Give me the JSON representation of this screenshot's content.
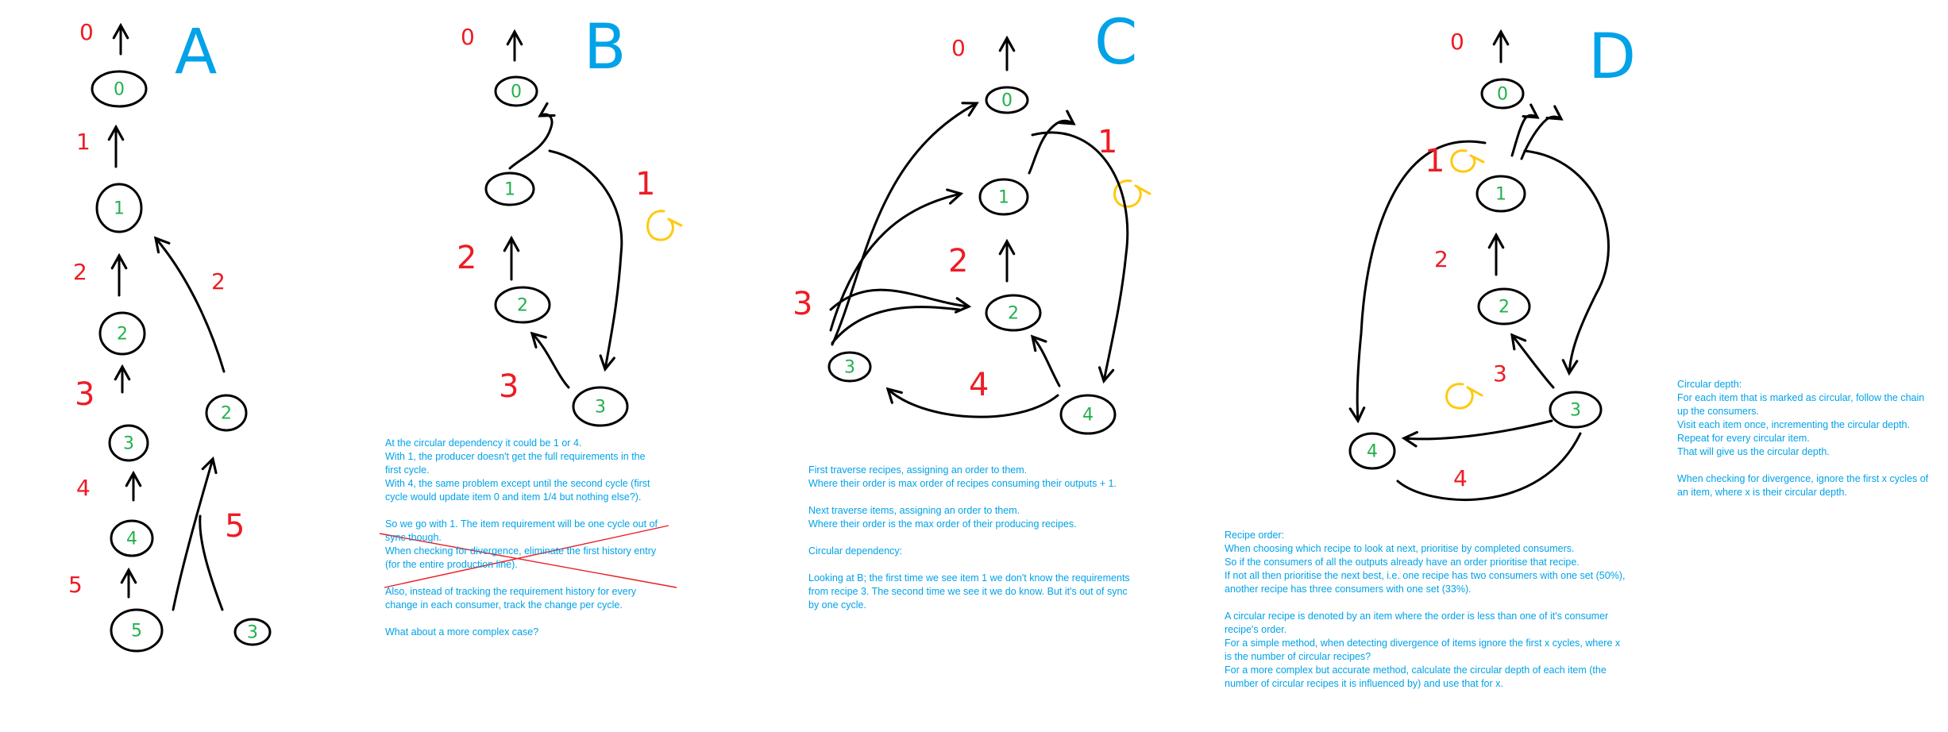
{
  "panels": {
    "A": {
      "letter": "A",
      "nodes": [
        "0",
        "1",
        "2",
        "3",
        "4",
        "5",
        "2",
        "3"
      ],
      "orders": [
        "0",
        "1",
        "2",
        "3",
        "4",
        "5",
        "2",
        "5"
      ]
    },
    "B": {
      "letter": "B",
      "nodes": [
        "0",
        "1",
        "2",
        "3"
      ],
      "orders": [
        "0",
        "1",
        "2",
        "3"
      ]
    },
    "C": {
      "letter": "C",
      "nodes": [
        "0",
        "1",
        "2",
        "3",
        "4"
      ],
      "orders": [
        "0",
        "1",
        "2",
        "3",
        "4"
      ]
    },
    "D": {
      "letter": "D",
      "nodes": [
        "0",
        "1",
        "2",
        "3",
        "4"
      ],
      "orders": [
        "0",
        "1",
        "2",
        "3",
        "4"
      ]
    }
  },
  "notes": {
    "b": [
      "At the circular dependency it could be 1 or 4.",
      "With 1, the producer doesn't get the full requirements in the",
      "first cycle.",
      "With 4, the same problem except until the second cycle (first",
      "cycle would update item 0 and item 1/4 but nothing else?).",
      "",
      "So we go with 1. The item requirement will be one cycle out of",
      "sync though.",
      "When checking for divergence, eliminate the first history entry",
      "(for the entire production line).",
      "",
      "Also, instead of tracking the requirement history for every",
      "change in each consumer, track the change per cycle.",
      "",
      "What about a more complex case?"
    ],
    "c": [
      "First traverse recipes, assigning an order to them.",
      "Where their order is max order of recipes consuming their outputs + 1.",
      "",
      "Next traverse items, assigning an order to them.",
      "Where their order is the max order of their producing recipes.",
      "",
      "Circular dependency:",
      "",
      "Looking at B; the first time we see item 1 we don't know the requirements",
      "from recipe 3. The second time we see it we do know. But it's out of sync",
      "by one cycle."
    ],
    "d": [
      "Recipe order:",
      "When choosing which recipe to look at next, prioritise by completed consumers.",
      "So if the consumers of all the outputs already have an order prioritise that recipe.",
      "If not all then prioritise the next best, i.e. one recipe has two consumers with one set (50%),",
      "another recipe has three consumers with one set (33%).",
      "",
      "A circular recipe is denoted by an item where the order is less than one of it's consumer",
      "recipe's order.",
      "For a simple method, when detecting divergence of items ignore the first x cycles, where x",
      "is the number of circular recipes?",
      "For a more complex but accurate method, calculate the circular depth of each item (the",
      "number of circular recipes it is influenced by) and use that for x."
    ],
    "e": [
      "Circular depth:",
      "For each item that is marked as circular, follow the chain",
      "up the consumers.",
      "Visit each item once, incrementing the circular depth.",
      "Repeat for every circular item.",
      "That will give us the circular depth.",
      "",
      "When checking for divergence, ignore the first x cycles of",
      "an item, where x is their circular depth."
    ]
  },
  "colors": {
    "ink": "#000000",
    "node_label": "#22b14c",
    "order_number": "#ed1c24",
    "note_text": "#00a2e8",
    "cycle_marker": "#ffc90e",
    "strike": "#ed1c24"
  }
}
